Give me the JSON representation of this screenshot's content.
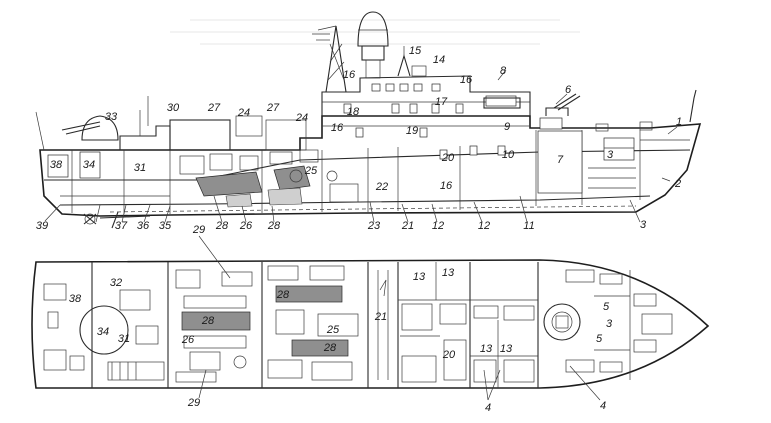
{
  "profile_view": {
    "callouts": [
      {
        "id": "p1",
        "text": "1"
      },
      {
        "id": "p2",
        "text": "2"
      },
      {
        "id": "p3a",
        "text": "3"
      },
      {
        "id": "p3b",
        "text": "3"
      },
      {
        "id": "p6",
        "text": "6"
      },
      {
        "id": "p7",
        "text": "7"
      },
      {
        "id": "p8",
        "text": "8"
      },
      {
        "id": "p9",
        "text": "9"
      },
      {
        "id": "p10",
        "text": "10"
      },
      {
        "id": "p11",
        "text": "11"
      },
      {
        "id": "p12a",
        "text": "12"
      },
      {
        "id": "p12b",
        "text": "12"
      },
      {
        "id": "p14",
        "text": "14"
      },
      {
        "id": "p15",
        "text": "15"
      },
      {
        "id": "p16a",
        "text": "16"
      },
      {
        "id": "p16b",
        "text": "16"
      },
      {
        "id": "p16c",
        "text": "16"
      },
      {
        "id": "p16d",
        "text": "16"
      },
      {
        "id": "p17",
        "text": "17"
      },
      {
        "id": "p18",
        "text": "18"
      },
      {
        "id": "p19",
        "text": "19"
      },
      {
        "id": "p20",
        "text": "20"
      },
      {
        "id": "p21",
        "text": "21"
      },
      {
        "id": "p22",
        "text": "22"
      },
      {
        "id": "p23",
        "text": "23"
      },
      {
        "id": "p24a",
        "text": "24"
      },
      {
        "id": "p24b",
        "text": "24"
      },
      {
        "id": "p25",
        "text": "25"
      },
      {
        "id": "p26",
        "text": "26"
      },
      {
        "id": "p27a",
        "text": "27"
      },
      {
        "id": "p27b",
        "text": "27"
      },
      {
        "id": "p28a",
        "text": "28"
      },
      {
        "id": "p28b",
        "text": "28"
      },
      {
        "id": "p30",
        "text": "30"
      },
      {
        "id": "p31",
        "text": "31"
      },
      {
        "id": "p33",
        "text": "33"
      },
      {
        "id": "p34",
        "text": "34"
      },
      {
        "id": "p35",
        "text": "35"
      },
      {
        "id": "p36",
        "text": "36"
      },
      {
        "id": "p37",
        "text": "37"
      },
      {
        "id": "p38",
        "text": "38"
      },
      {
        "id": "p39",
        "text": "39"
      }
    ]
  },
  "plan_view": {
    "callouts": [
      {
        "id": "q3",
        "text": "3"
      },
      {
        "id": "q4a",
        "text": "4"
      },
      {
        "id": "q4b",
        "text": "4"
      },
      {
        "id": "q5a",
        "text": "5"
      },
      {
        "id": "q5b",
        "text": "5"
      },
      {
        "id": "q13a",
        "text": "13"
      },
      {
        "id": "q13b",
        "text": "13"
      },
      {
        "id": "q13c",
        "text": "13"
      },
      {
        "id": "q13d",
        "text": "13"
      },
      {
        "id": "q20",
        "text": "20"
      },
      {
        "id": "q21",
        "text": "21"
      },
      {
        "id": "q25",
        "text": "25"
      },
      {
        "id": "q26",
        "text": "26"
      },
      {
        "id": "q28a",
        "text": "28"
      },
      {
        "id": "q28b",
        "text": "28"
      },
      {
        "id": "q28c",
        "text": "28"
      },
      {
        "id": "q29a",
        "text": "29"
      },
      {
        "id": "q29b",
        "text": "29"
      },
      {
        "id": "q31",
        "text": "31"
      },
      {
        "id": "q32",
        "text": "32"
      },
      {
        "id": "q34",
        "text": "34"
      },
      {
        "id": "q38",
        "text": "38"
      }
    ]
  }
}
